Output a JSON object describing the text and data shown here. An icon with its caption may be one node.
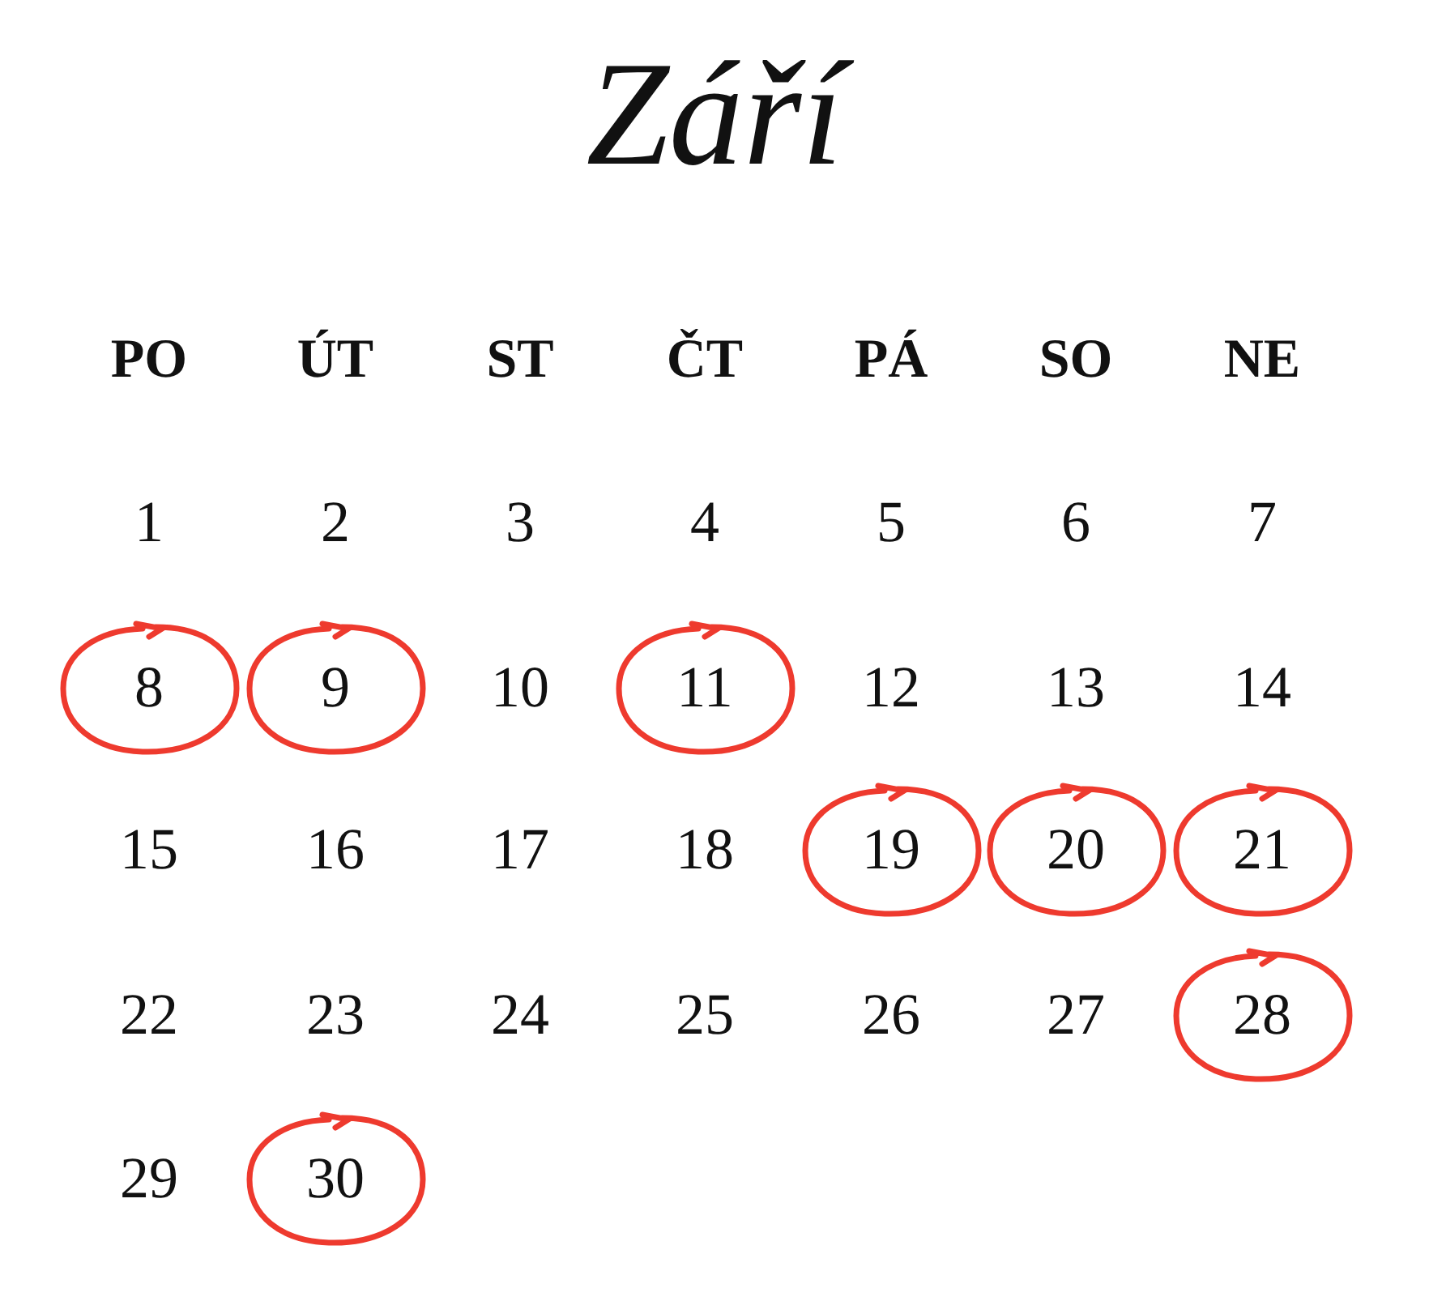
{
  "diagram": {
    "title": "Září",
    "nodes": [
      {
        "text": [
          "8"
        ]
      },
      {
        "text": [
          "9"
        ]
      },
      {
        "text": [
          "11"
        ]
      },
      {
        "text": [
          "19"
        ]
      },
      {
        "text": [
          "20"
        ]
      },
      {
        "text": [
          "21"
        ]
      },
      {
        "text": [
          "28"
        ]
      },
      {
        "text": [
          "30"
        ]
      }
    ],
    "labels": [
      "PO",
      "ÚT",
      "ST",
      "ČT",
      "PÁ",
      "SO",
      "NE",
      "1",
      "2",
      "3",
      "4",
      "5",
      "6",
      "7",
      "10",
      "12",
      "13",
      "14",
      "15",
      "16",
      "17",
      "18",
      "22",
      "23",
      "24",
      "25",
      "26",
      "27",
      "29"
    ]
  }
}
